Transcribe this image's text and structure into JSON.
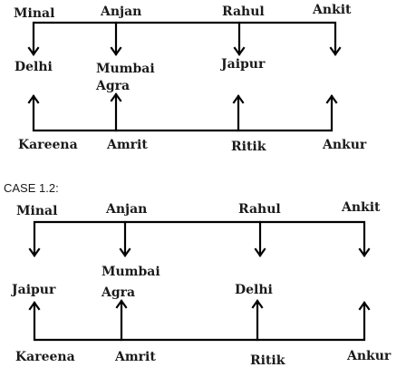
{
  "case1": {
    "top_names": [
      "Minal",
      "Anjan",
      "Rahul",
      "Ankit"
    ],
    "cities_top": [
      "Delhi",
      "Mumbai",
      "Jaipur"
    ],
    "cities_bottom": [
      "Agra"
    ],
    "bottom_names": [
      "Kareena",
      "Amrit",
      "Ritik",
      "Ankur"
    ]
  },
  "case2": {
    "label": "CASE 1.2:",
    "top_names": [
      "Minal",
      "Anjan",
      "Rahul",
      "Ankit"
    ],
    "cities_top": [
      "Mumbai"
    ],
    "cities_bottom": [
      "Jaipur",
      "Agra",
      "Delhi"
    ],
    "bottom_names": [
      "Kareena",
      "Amrit",
      "Ritik",
      "Ankur"
    ]
  }
}
